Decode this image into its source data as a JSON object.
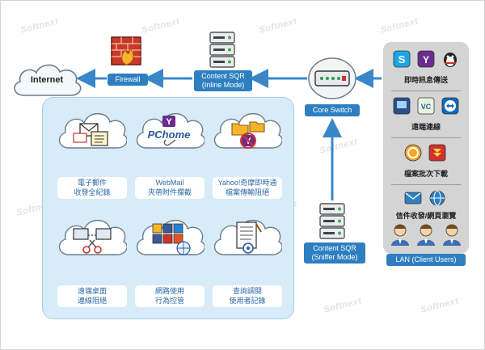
{
  "nodes": {
    "internet": "Internet",
    "firewall": "Firewall",
    "content_sqr_inline": [
      "Content SQR",
      "(Inline Mode)"
    ],
    "core_switch": "Core Switch",
    "content_sqr_sniffer": [
      "Content SQR",
      "(Sniffer Mode)"
    ],
    "lan": "LAN (Client Users)"
  },
  "features": [
    {
      "line1": "電子郵件",
      "line2": "收發全紀錄"
    },
    {
      "line1": "WebMail",
      "line2": "夾帶附件攔截"
    },
    {
      "line1": "Yahoo!奇摩即時通",
      "line2": "檔案傳輸阻絕"
    },
    {
      "line1": "遠端桌面",
      "line2": "連線阻絕"
    },
    {
      "line1": "網路使用",
      "line2": "行為控管"
    },
    {
      "line1": "查詢調閱",
      "line2": "使用者記錄"
    }
  ],
  "services": [
    "即時訊息傳送",
    "遠端連線",
    "檔案批次下載",
    "信件收發/網頁瀏覽"
  ],
  "icons": {
    "pchome_text": "PChome",
    "yahoo_letter": "Y"
  },
  "watermark": "Softnext",
  "colors": {
    "accent": "#2e7fc1",
    "arrow": "#3a87c8",
    "panel": "#d7ecf8"
  }
}
